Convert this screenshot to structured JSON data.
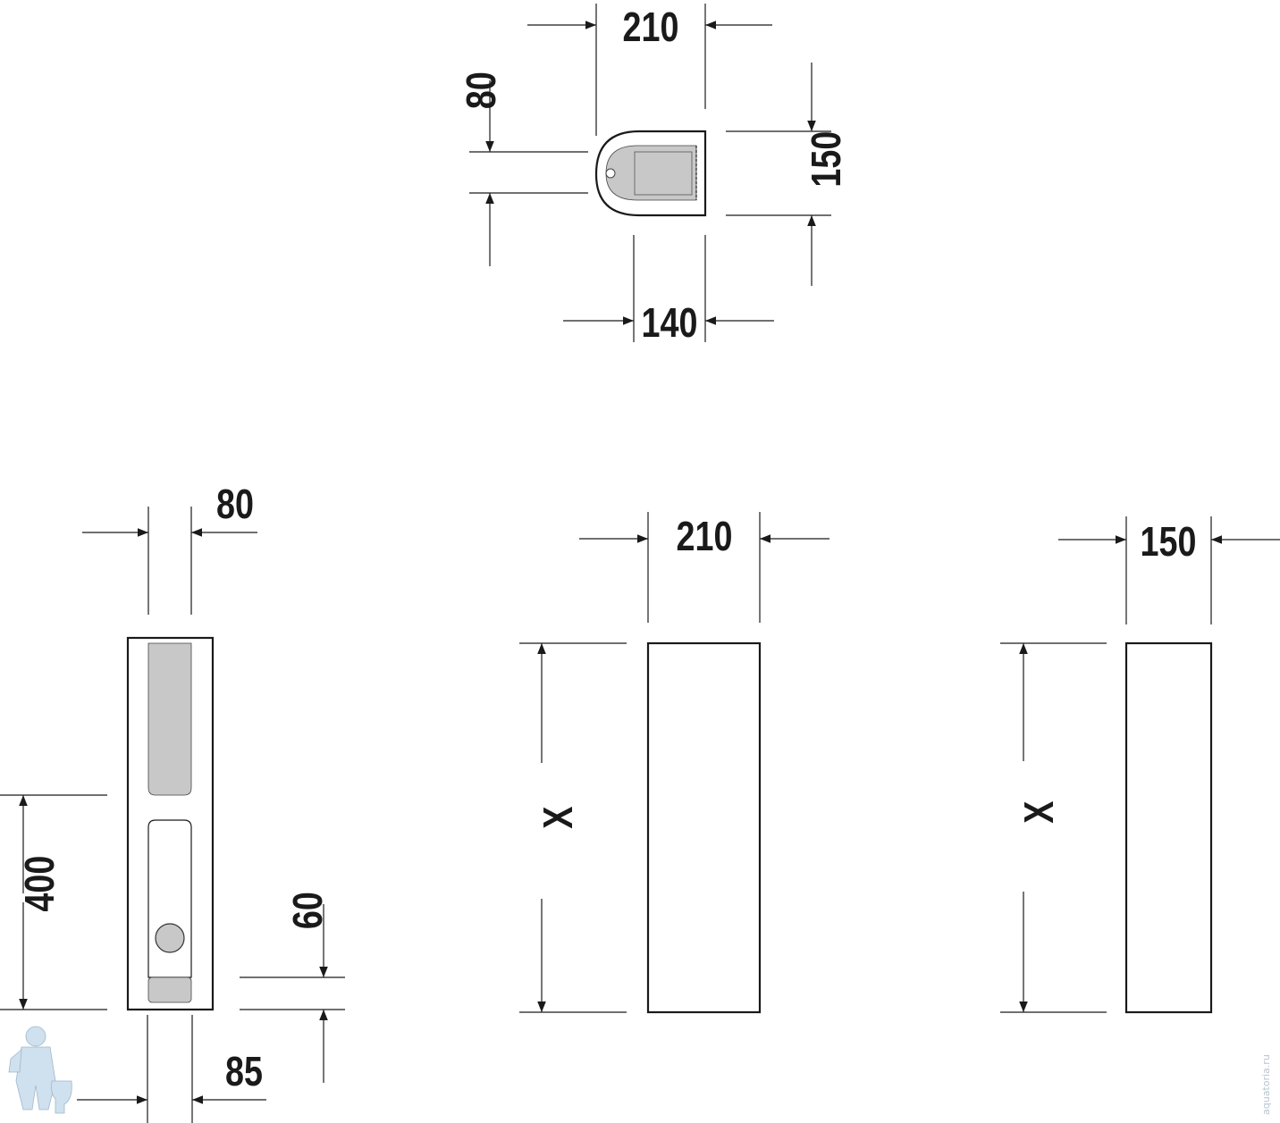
{
  "dimensions": {
    "top_width": "210",
    "top_depth_offset": "80",
    "top_height": "150",
    "top_inner_width": "140",
    "side_width": "80",
    "side_height_400": "400",
    "side_offset_60": "60",
    "side_bottom_85": "85",
    "front_width": "210",
    "front_height": "X",
    "back_width": "150",
    "back_height": "X"
  },
  "watermark": "aquatoria.ru",
  "colors": {
    "line": "#1a1a1a",
    "fill_grey": "#c8c8c8"
  }
}
